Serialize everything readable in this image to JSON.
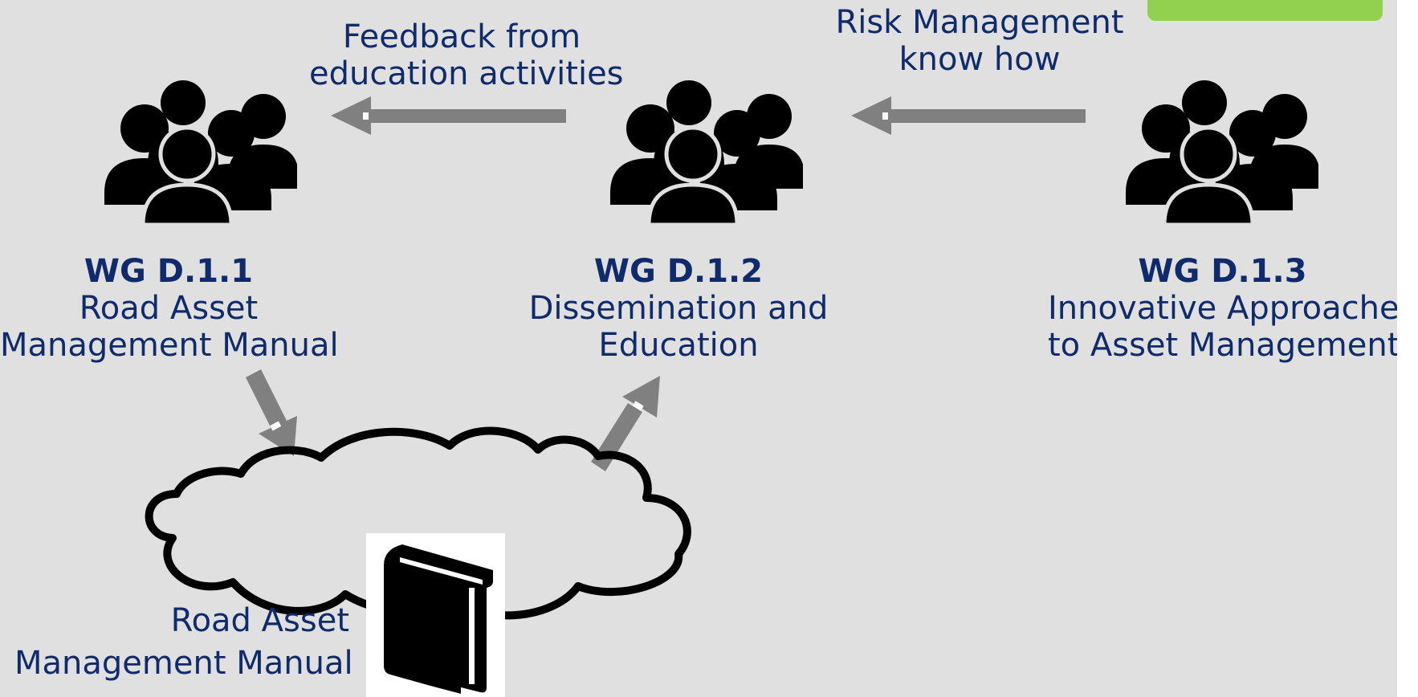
{
  "colors": {
    "background": "#e0e0e0",
    "text": "#0f2b6b",
    "arrow": "#808080",
    "badge": "#92d050",
    "icon": "#000000"
  },
  "edge_labels": {
    "feedback": [
      "Feedback from",
      "education activities"
    ],
    "risk": [
      "Risk Management",
      "know how"
    ]
  },
  "groups": [
    {
      "id": "WG D.1.1",
      "lines": [
        "Road Asset",
        "Management Manual"
      ]
    },
    {
      "id": "WG D.1.2",
      "lines": [
        "Dissemination and",
        "Education"
      ]
    },
    {
      "id": "WG D.1.3",
      "lines": [
        "Innovative  Approaches",
        "to Asset Management"
      ]
    }
  ],
  "cloud": {
    "icon": "book-icon",
    "label": [
      "Road Asset",
      "Management Manual"
    ]
  },
  "icons": {
    "group": "people-group-icon",
    "repository": "cloud-icon"
  }
}
